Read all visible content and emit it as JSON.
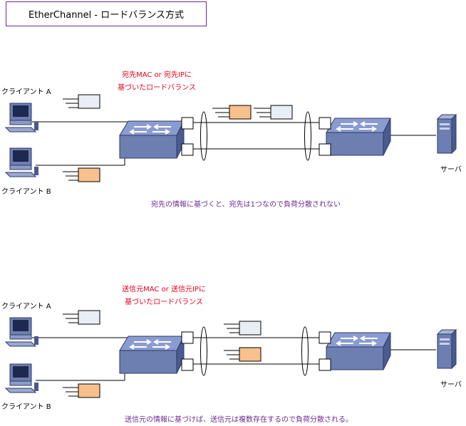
{
  "title": "EtherChannel - ロードバランス方式",
  "section1": {
    "client_a": "クライアント A",
    "client_b": "クライアント B",
    "server": "サーバ",
    "method_line1": "宛先MAC or 宛先IPに",
    "method_line2": "基づいたロードバランス",
    "caption": "宛先の情報に基づくと、宛先は1つなので負荷分散されない"
  },
  "section2": {
    "client_a": "クライアント A",
    "client_b": "クライアント B",
    "server": "サーバ",
    "method_line1": "送信元MAC or 送信元IPに",
    "method_line2": "基づいたロードバランス",
    "caption": "送信元の情報に基づけば、送信元は複数存在するので負荷分散される。"
  },
  "colors": {
    "frame_client_a": "#e8eef4",
    "frame_client_b": "#f8c08c",
    "switch": "#6d7fb0",
    "label_red": "#e8001c",
    "caption_purple": "#6a2c91"
  }
}
